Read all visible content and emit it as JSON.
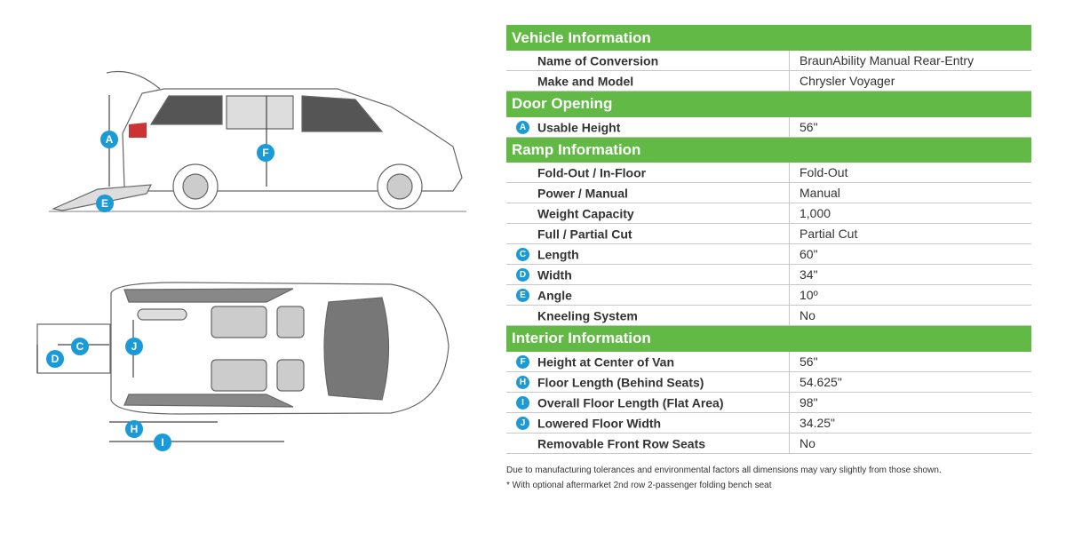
{
  "sections": [
    {
      "title": "Vehicle Information",
      "rows": [
        {
          "badge": "",
          "label": "Name of Conversion",
          "value": "BraunAbility Manual Rear-Entry"
        },
        {
          "badge": "",
          "label": "Make and Model",
          "value": "Chrysler Voyager"
        }
      ]
    },
    {
      "title": "Door Opening",
      "rows": [
        {
          "badge": "A",
          "label": "Usable Height",
          "value": "56\""
        }
      ]
    },
    {
      "title": "Ramp Information",
      "rows": [
        {
          "badge": "",
          "label": "Fold-Out / In-Floor",
          "value": "Fold-Out"
        },
        {
          "badge": "",
          "label": "Power / Manual",
          "value": "Manual"
        },
        {
          "badge": "",
          "label": "Weight Capacity",
          "value": "1,000"
        },
        {
          "badge": "",
          "label": "Full / Partial Cut",
          "value": "Partial Cut"
        },
        {
          "badge": "C",
          "label": "Length",
          "value": "60\""
        },
        {
          "badge": "D",
          "label": "Width",
          "value": "34\""
        },
        {
          "badge": "E",
          "label": "Angle",
          "value": "10º"
        },
        {
          "badge": "",
          "label": "Kneeling System",
          "value": "No"
        }
      ]
    },
    {
      "title": "Interior Information",
      "rows": [
        {
          "badge": "F",
          "label": "Height at Center of Van",
          "value": "56\""
        },
        {
          "badge": "H",
          "label": "Floor Length (Behind Seats)",
          "value": "54.625\""
        },
        {
          "badge": "I",
          "label": "Overall Floor Length (Flat Area)",
          "value": "98\""
        },
        {
          "badge": "J",
          "label": "Lowered Floor Width",
          "value": "34.25\""
        },
        {
          "badge": "",
          "label": "Removable Front Row Seats",
          "value": "No"
        }
      ]
    }
  ],
  "notes": [
    "Due to manufacturing tolerances and environmental factors all dimensions may vary slightly from those shown.",
    "* With optional aftermarket 2nd row 2-passenger folding bench seat"
  ],
  "diagram_labels": {
    "a": "A",
    "e": "E",
    "f": "F",
    "c": "C",
    "d": "D",
    "j": "J",
    "h": "H",
    "i": "I"
  },
  "colors": {
    "green": "#62b946",
    "badge": "#1a9ad6"
  }
}
